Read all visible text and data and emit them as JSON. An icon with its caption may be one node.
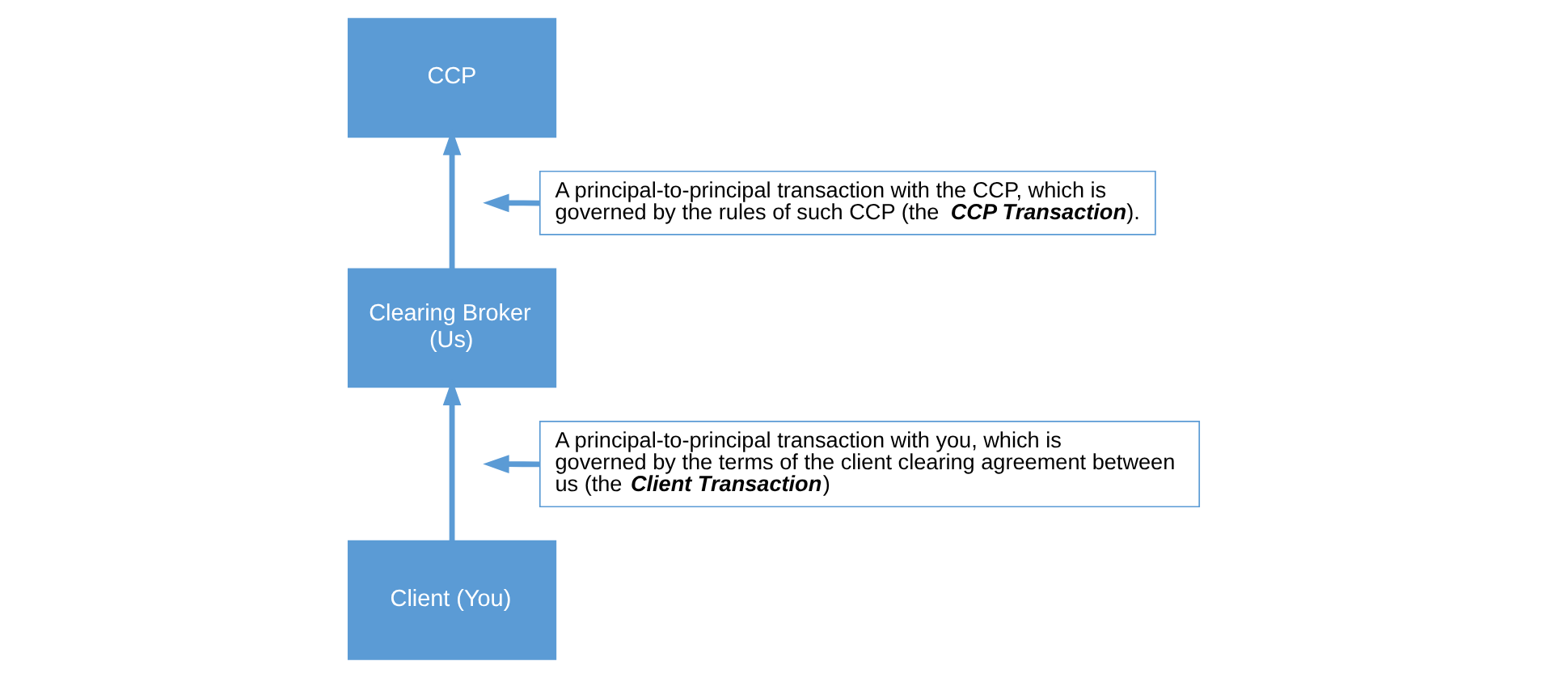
{
  "diagram": {
    "nodes": [
      {
        "text": [
          "CCP"
        ]
      },
      {
        "text": [
          "Clearing Broker (Us)"
        ]
      },
      {
        "text": [
          "Client (You)"
        ]
      },
      {
        "text": [
          "A principal-to-principal transaction with the CCP, which is governed by the rules of such CCP (the **CCP Transaction**)."
        ]
      },
      {
        "text": [
          "A principal-to-principal transaction with you, which is governed by the terms of the client clearing agreement between us (the **Client Transaction**)"
        ]
      }
    ],
    "edges": [
      {
        "from": 1,
        "to": 0,
        "arrow": "to"
      },
      {
        "from": 2,
        "to": 1,
        "arrow": "to"
      },
      {
        "from": 3,
        "to": null,
        "arrow": "to"
      },
      {
        "from": 4,
        "to": null,
        "arrow": "to"
      }
    ]
  }
}
